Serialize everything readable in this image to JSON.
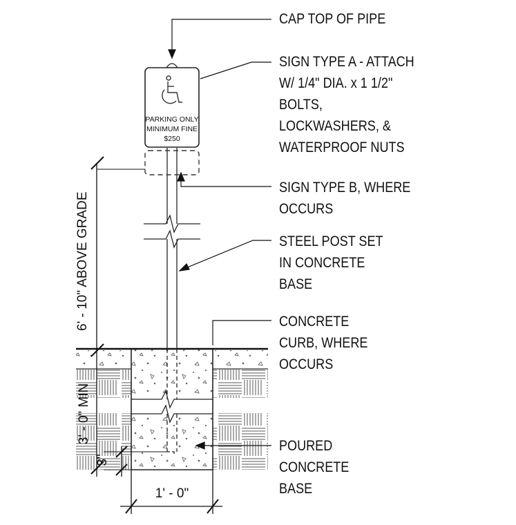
{
  "callouts": {
    "cap": [
      "CAP TOP OF PIPE"
    ],
    "sign_a": [
      "SIGN TYPE A - ATTACH",
      "W/ 1/4\" DIA. x 1 1/2\"",
      "BOLTS,",
      "LOCKWASHERS, &",
      "WATERPROOF NUTS"
    ],
    "sign_b": [
      "SIGN TYPE B, WHERE",
      "OCCURS"
    ],
    "post": [
      "STEEL POST SET",
      "IN CONCRETE",
      "BASE"
    ],
    "curb": [
      "CONCRETE",
      "CURB, WHERE",
      "OCCURS"
    ],
    "base": [
      "POURED",
      "CONCRETE",
      "BASE"
    ]
  },
  "sign": {
    "icon": "wheelchair-accessibility-icon",
    "line1": "PARKING ONLY",
    "line2": "MINIMUM FINE",
    "line3": "$250"
  },
  "dimensions": {
    "above_grade": "6' - 10\" ABOVE GRADE",
    "min_depth": "3' - 0\" MIN",
    "bottom_cover": "3\"",
    "width": "1' - 0\""
  }
}
